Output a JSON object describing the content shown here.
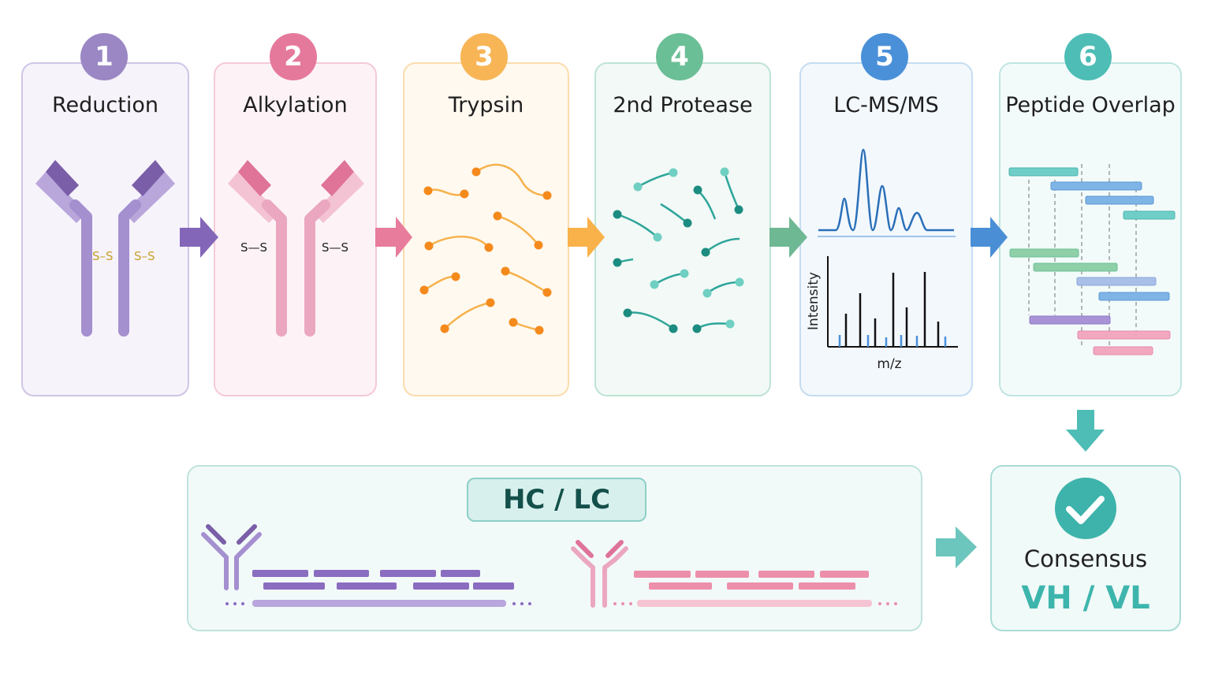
{
  "steps": [
    {
      "number": "1",
      "title": "Reduction",
      "color": "#9b87c4"
    },
    {
      "number": "2",
      "title": "Alkylation",
      "color": "#e5799c"
    },
    {
      "number": "3",
      "title": "Trypsin",
      "color": "#f8b556"
    },
    {
      "number": "4",
      "title": "2nd Protease",
      "color": "#6bbf96"
    },
    {
      "number": "5",
      "title": "LC-MS/MS",
      "color": "#4a90d9"
    },
    {
      "number": "6",
      "title": "Peptide Overlap",
      "color": "#4dbdb5"
    }
  ],
  "reduction": {
    "bond_left": "S–S",
    "bond_right": "S–S"
  },
  "alkylation": {
    "bond_left": "S—S",
    "bond_right": "S—S"
  },
  "spectrum": {
    "ylabel": "Intensity",
    "xlabel": "m/z"
  },
  "chain_box": {
    "label": "HC / LC"
  },
  "result": {
    "label": "Consensus",
    "sublabel": "VH / VL"
  },
  "icons": [
    "antibody-icon",
    "peptide-fragment-icon",
    "chromatogram-icon",
    "mass-spectrum-icon",
    "check-icon",
    "arrow-right-icon",
    "arrow-down-icon"
  ]
}
